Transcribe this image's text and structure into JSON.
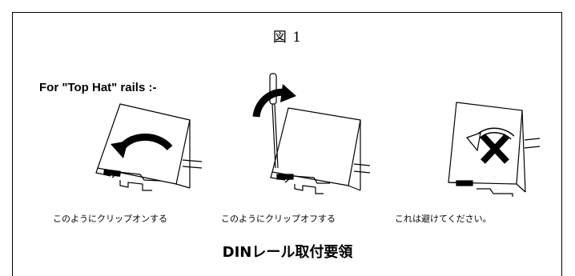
{
  "figure_title": "図 1",
  "rails_label": "For \"Top Hat\" rails :-",
  "steps": [
    {
      "caption": "このようにクリップオンする",
      "icon": "clip-on-rotate-arrow"
    },
    {
      "caption": "このようにクリップオフする",
      "icon": "screwdriver-lever-arrow"
    },
    {
      "caption": "これは避けてください。",
      "icon": "prohibited-cross"
    }
  ],
  "bottom_title": "DINレール取付要領"
}
